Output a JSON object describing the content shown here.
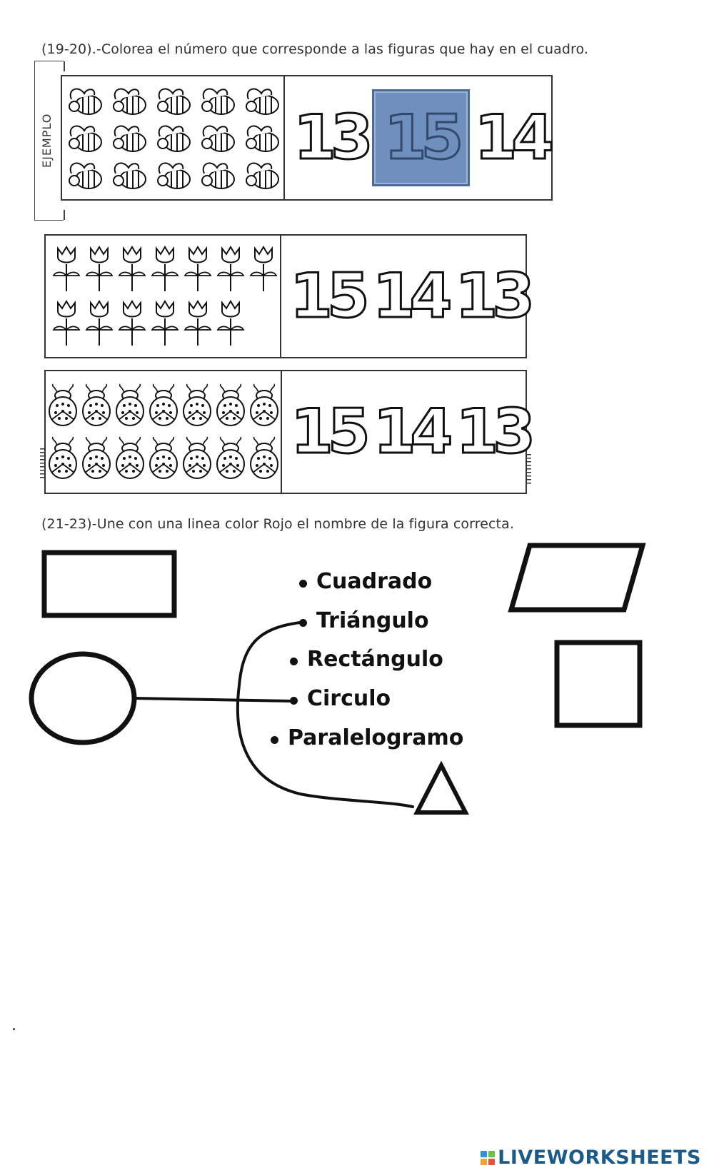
{
  "section1": {
    "instruction": "(19-20).-Colorea el número que corresponde a las figuras que hay en el cuadro.",
    "example_label": "EJEMPLO",
    "rows": [
      {
        "figure": "bee-icon",
        "count": 15,
        "options": [
          "13",
          "15",
          "14"
        ],
        "selected": "15"
      },
      {
        "figure": "tulip-icon",
        "count": 13,
        "options": [
          "15",
          "14",
          "13"
        ],
        "selected": null
      },
      {
        "figure": "ladybug-icon",
        "count": 14,
        "options": [
          "15",
          "14",
          "13"
        ],
        "selected": null
      }
    ],
    "colors": {
      "selected_fill": "#6f8fbe"
    }
  },
  "section2": {
    "instruction": "(21-23)-Une con una linea color Rojo el nombre de la figura correcta.",
    "words": [
      "Cuadrado",
      "Triángulo",
      "Rectángulo",
      "Circulo",
      "Paralelogramo"
    ],
    "shapes": [
      "rectangle-shape",
      "circle-shape",
      "parallelogram-shape",
      "square-shape",
      "triangle-shape"
    ],
    "connections": [
      {
        "from": "circle-shape",
        "to": "Circulo"
      },
      {
        "from": "triangle-shape",
        "to": "Triángulo"
      }
    ]
  },
  "footer": {
    "brand": "LIVEWORKSHEETS"
  }
}
